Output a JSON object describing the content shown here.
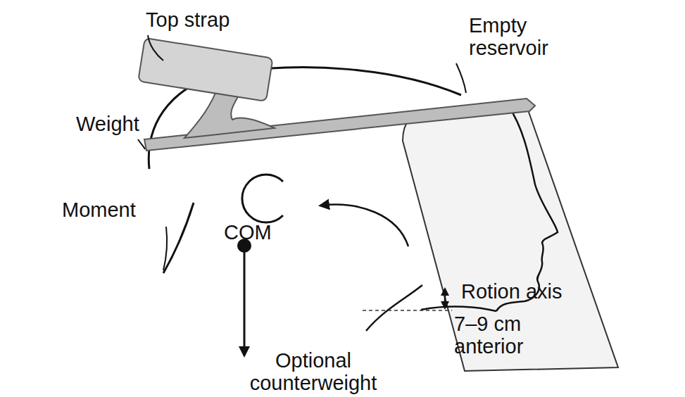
{
  "diagram": {
    "labels": [
      "Top strap",
      "Empty reservoir",
      "Weight",
      "Moment",
      "COM",
      "Rotion axis",
      "7–9 cm anterior",
      "Optional counterweight"
    ]
  }
}
